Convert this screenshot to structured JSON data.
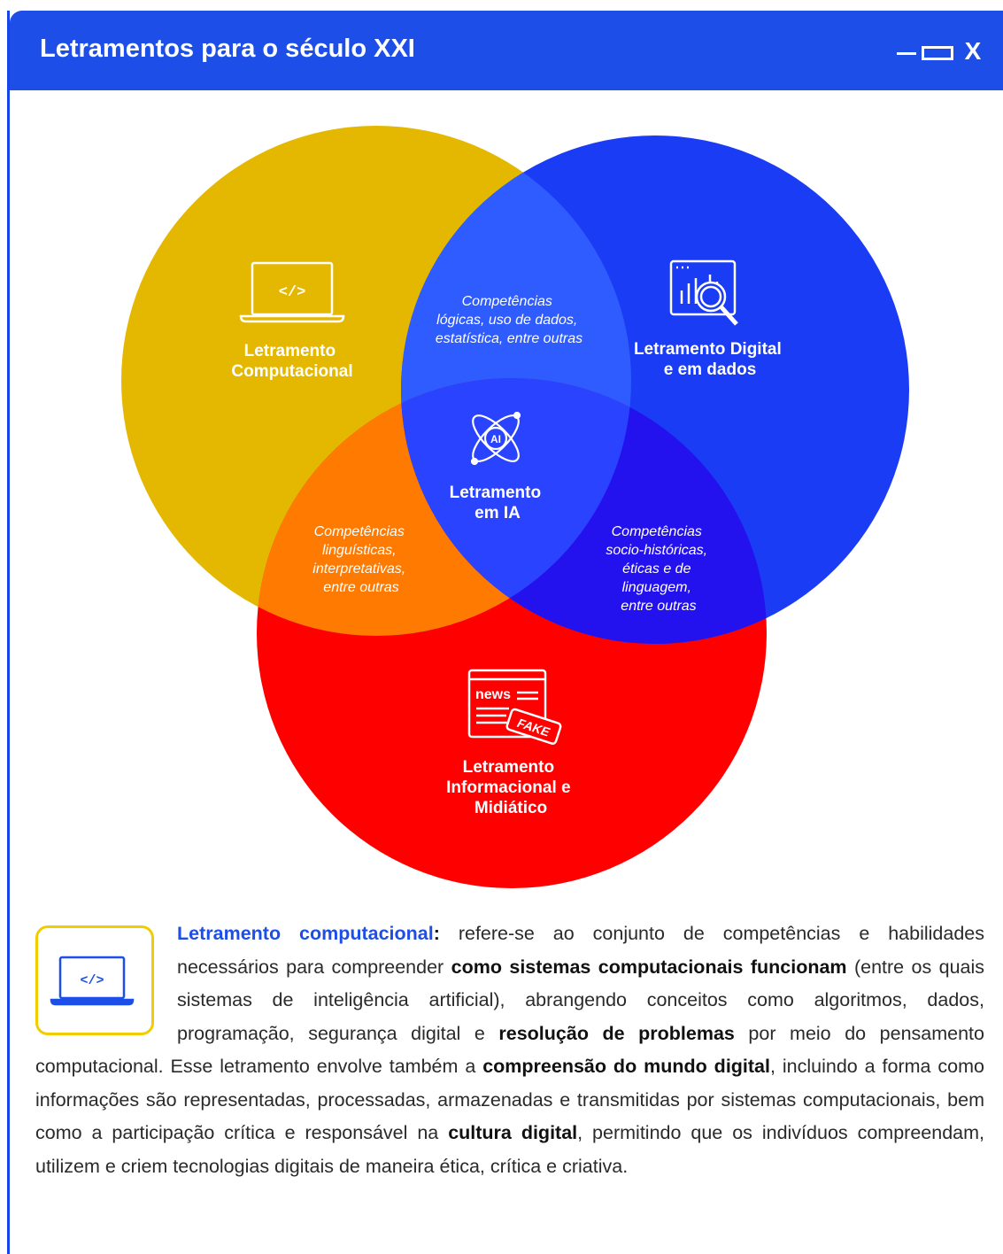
{
  "window": {
    "title": "Letramentos para o século XXI",
    "controls": {
      "minimize": "minimize",
      "maximize": "maximize",
      "close": "X"
    }
  },
  "venn": {
    "sets": [
      {
        "label_lines": [
          "Letramento",
          "Computacional"
        ],
        "icon": "laptop-code-icon",
        "color": "#e4b800"
      },
      {
        "label_lines": [
          "Letramento Digital",
          "e em dados"
        ],
        "icon": "data-analysis-icon",
        "color": "#1a3cf5"
      },
      {
        "label_lines": [
          "Letramento",
          "Informacional e",
          "Midiático"
        ],
        "icon": "news-fake-icon",
        "color": "#ff0000"
      }
    ],
    "center": {
      "label_lines": [
        "Letramento",
        "em IA"
      ],
      "icon": "ai-atom-icon"
    },
    "intersections": {
      "computacional_digital": [
        "Competências",
        "lógicas, uso de dados,",
        "estatística, entre outras"
      ],
      "computacional_informacional": [
        "Competências",
        "linguísticas,",
        "interpretativas,",
        "entre outras"
      ],
      "digital_informacional": [
        "Competências",
        "socio-históricas,",
        "éticas e de",
        "linguagem,",
        "entre outras"
      ]
    },
    "icon_texts": {
      "code": "</>",
      "ai": "AI",
      "news": "news",
      "fake": "FAKE"
    }
  },
  "description": {
    "icon": "laptop-code-icon",
    "icon_text": "</>",
    "term": "Letramento computacional",
    "colon": ":",
    "t1": " refere-se ao conjunto de competências e habilidades necessários para compreender ",
    "b1": "como sistemas computacionais funcionam",
    "t2": " (entre os quais sistemas de inteligência artificial), abrangendo conceitos como algoritmos, dados, programação, segurança digital e ",
    "b2": "resolução de problemas",
    "t3": " por meio do pensamento computacional. Esse letramento envolve também a ",
    "b3": "compreensão do mundo digital",
    "t4": ", incluindo a forma como informações são representadas, processadas, armazenadas e transmitidas por sistemas computacionais, bem como a participação crítica e responsável na ",
    "b4": "cultura digital",
    "t5": ", permitindo que os indivíduos compreendam, utilizem e criem tecnologias digitais de maneira ética, crítica e criativa."
  },
  "colors": {
    "accent": "#1d4fe8",
    "yellow": "#e4b800",
    "blue": "#1a3cf5",
    "red": "#ff0000",
    "box_border": "#f2cc00"
  }
}
